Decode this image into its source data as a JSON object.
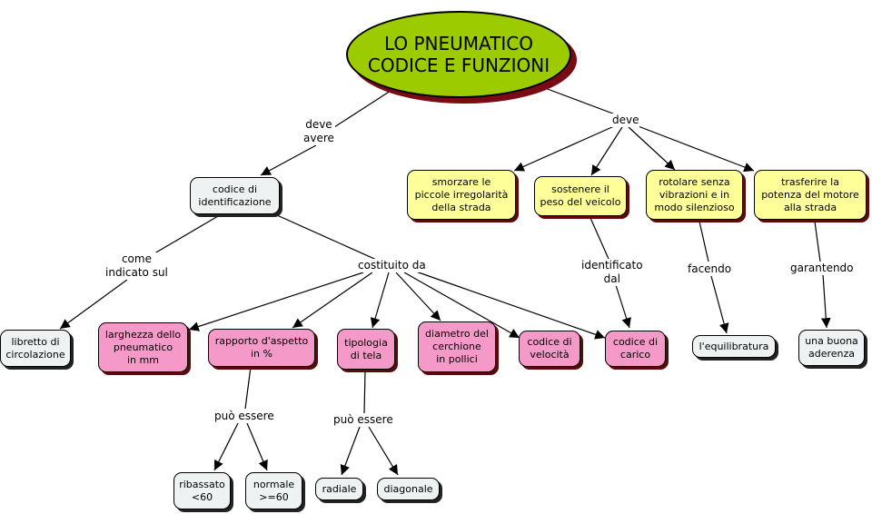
{
  "root": {
    "title": "LO PNEUMATICO\nCODICE E FUNZIONI"
  },
  "nodes": {
    "codice_identificazione": "codice di\nidentificazione",
    "smorzare": "smorzare le\npiccole irregolarità\ndella strada",
    "sostenere": "sostenere il\npeso del veicolo",
    "rotolare": "rotolare senza\nvibrazioni e in\nmodo silenzioso",
    "trasferire": "trasferire la\npotenza del motore\nalla strada",
    "libretto": "libretto di\ncircolazione",
    "larghezza": "larghezza dello\npneumatico\nin mm",
    "rapporto": "rapporto d'aspetto\nin %",
    "tipologia": "tipologia\ndi tela",
    "diametro": "diametro del\ncerchione\nin pollici",
    "velocita": "codice di\nvelocità",
    "carico": "codice di\ncarico",
    "equilibratura": "l'equilibratura",
    "aderenza": "una buona\naderenza",
    "ribassato": "ribassato\n<60",
    "normale": "normale\n>=60",
    "radiale": "radiale",
    "diagonale": "diagonale"
  },
  "labels": {
    "deve_avere": "deve\navere",
    "deve": "deve",
    "come_indicato": "come\nindicato sul",
    "costituito": "costituito da",
    "identificato": "identificato\ndal",
    "facendo": "facendo",
    "garantendo": "garantendo",
    "puo_essere_1": "può essere",
    "puo_essere_2": "può essere"
  }
}
